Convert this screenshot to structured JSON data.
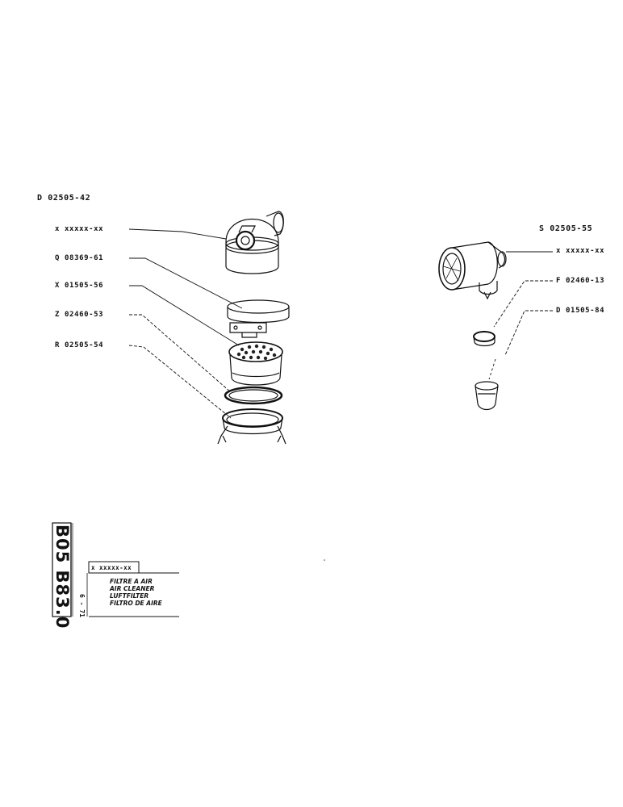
{
  "assembly_left": {
    "ref": "D 02505-42"
  },
  "callouts_left": [
    {
      "code": "x xxxxx-xx"
    },
    {
      "code": "Q 08369-61"
    },
    {
      "code": "X 01505-56"
    },
    {
      "code": "Z 02460-53"
    },
    {
      "code": "R 02505-54"
    }
  ],
  "assembly_right": {
    "ref": "S 02505-55"
  },
  "callouts_right": [
    {
      "code": "x xxxxx-xx"
    },
    {
      "code": "F 02460-13"
    },
    {
      "code": "D 01505-84"
    }
  ],
  "title_block": {
    "code": "B05 B83.0",
    "date": "6 - 71",
    "part_code": "x xxxxx-xx",
    "titles": [
      "FILTRE A AIR",
      "AIR CLEANER",
      "LUFTFILTER",
      "FILTRO DE AIRE"
    ]
  }
}
